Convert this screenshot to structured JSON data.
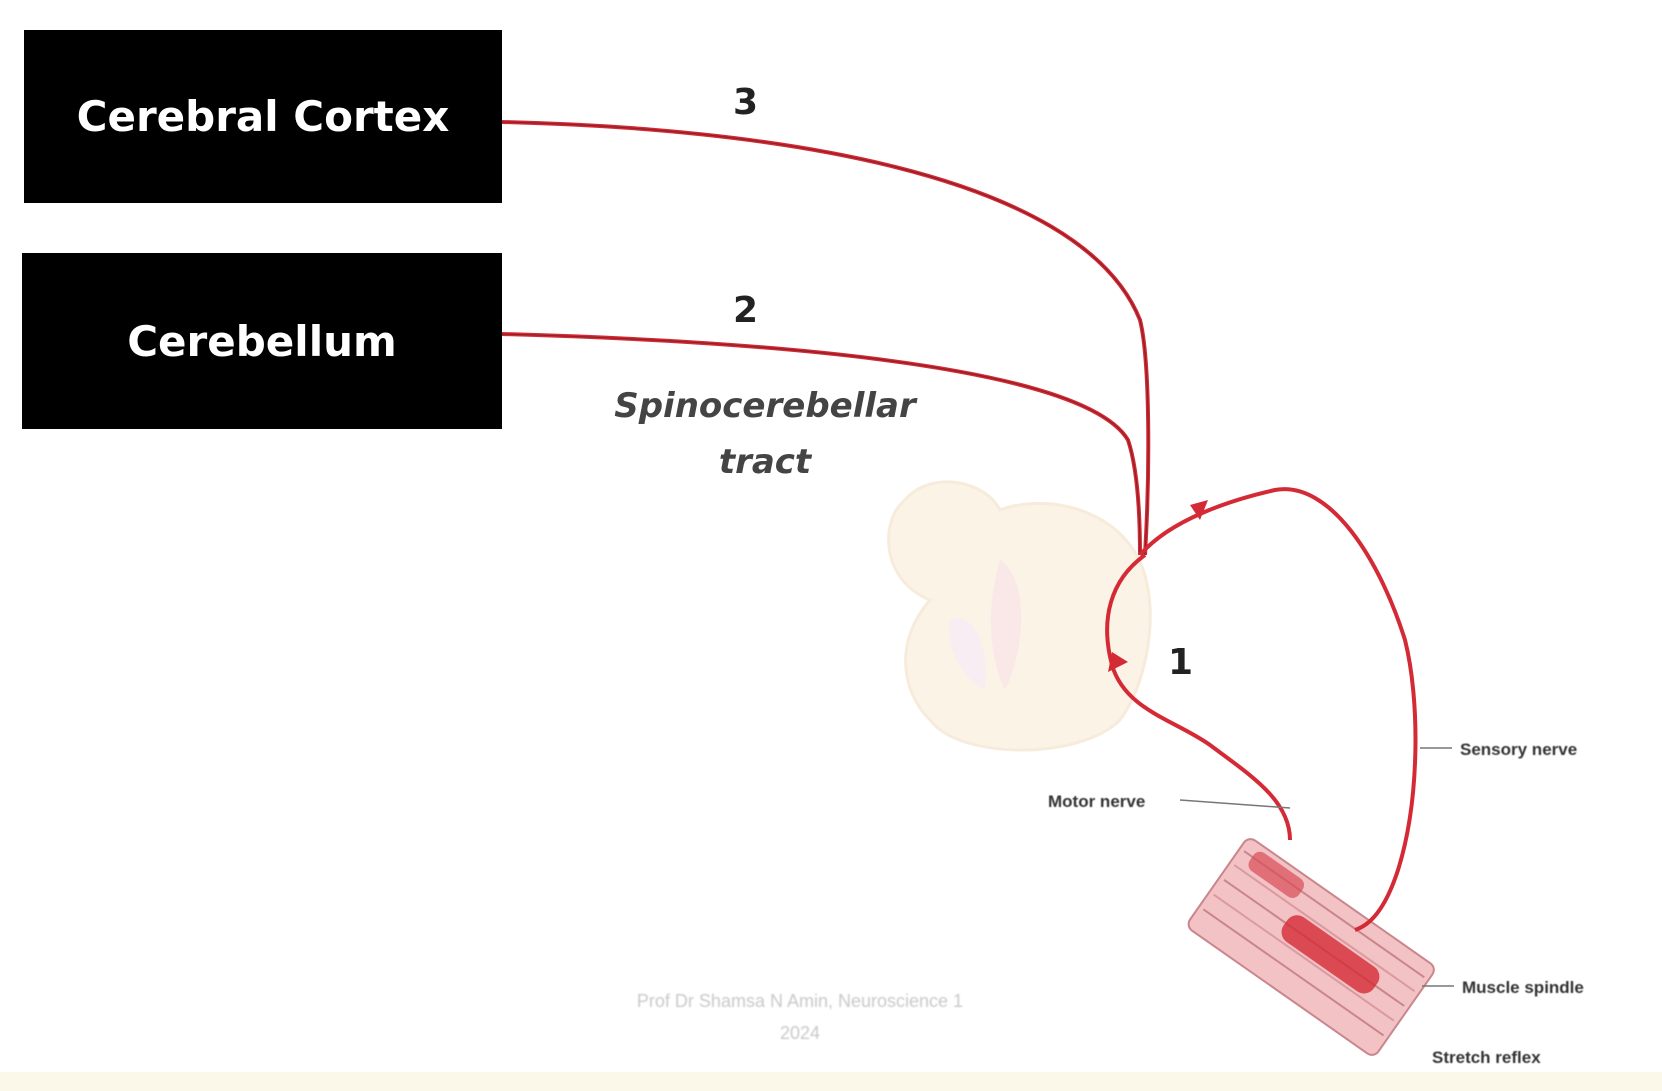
{
  "boxes": {
    "cortex": "Cerebral Cortex",
    "cerebellum": "Cerebellum"
  },
  "pathway_numbers": {
    "one": "1",
    "two": "2",
    "three": "3"
  },
  "tract_label": {
    "line1": "Spinocerebellar",
    "line2": "tract"
  },
  "figure_labels": {
    "sensory_nerve": "Sensory nerve",
    "motor_nerve": "Motor nerve",
    "muscle_spindle": "Muscle spindle",
    "stretch_reflex": "Stretch reflex"
  },
  "watermark": {
    "line1": "Prof Dr Shamsa N Amin, Neuroscience 1",
    "line2": "2024"
  },
  "colors": {
    "box_fill": "#000000",
    "nerve_red": "#d42a35",
    "muscle_pink": "#e7a3a8",
    "spinal_cord_tint": "#f6e4c8"
  }
}
